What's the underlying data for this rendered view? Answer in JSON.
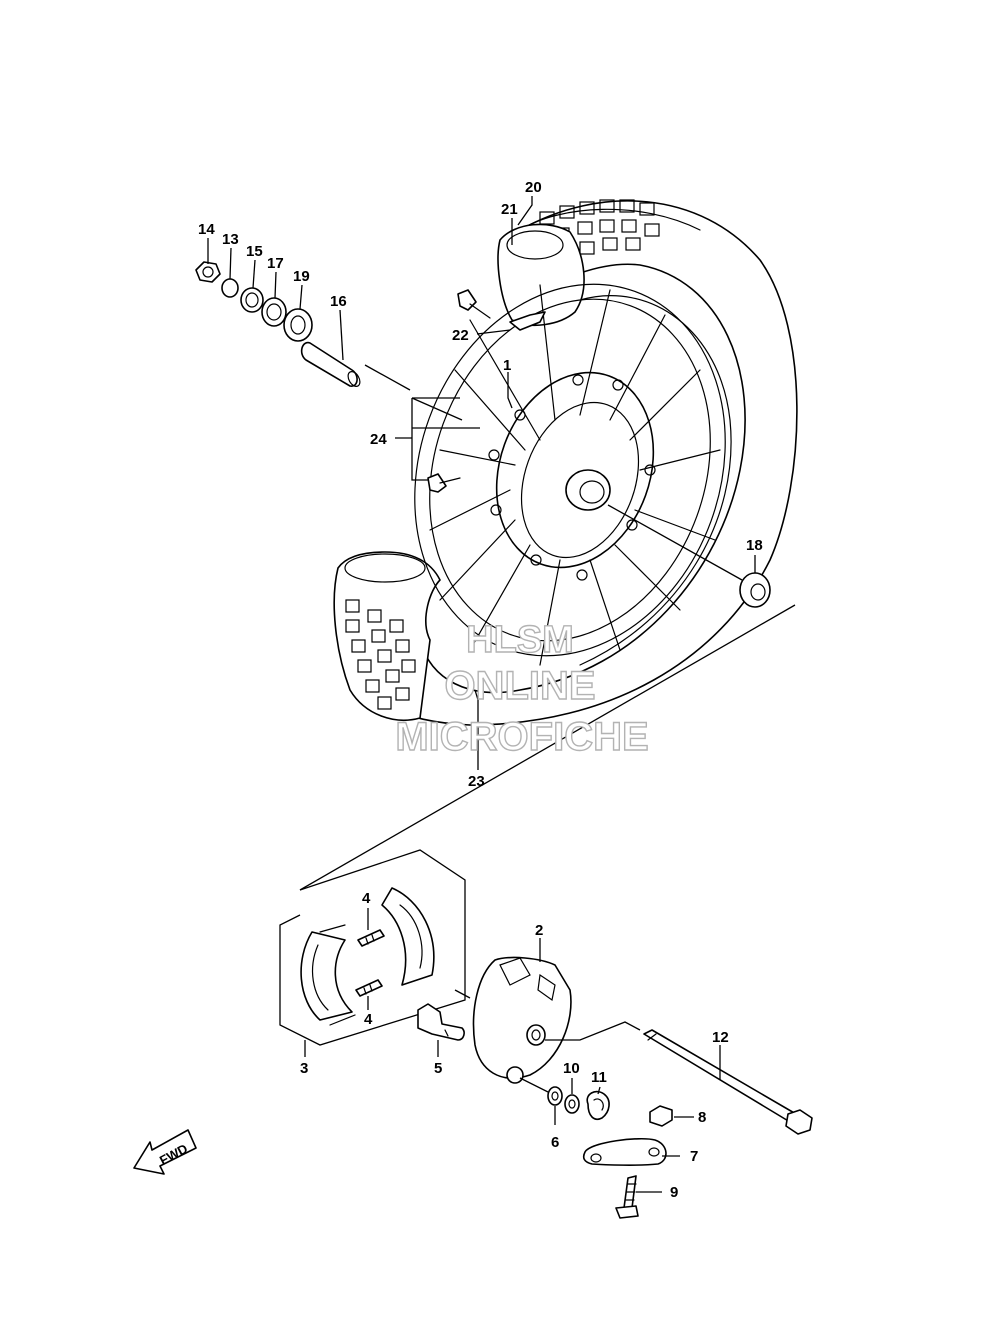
{
  "diagram": {
    "callouts": {
      "c1": "1",
      "c2": "2",
      "c3": "3",
      "c4a": "4",
      "c4b": "4",
      "c5": "5",
      "c6": "6",
      "c7": "7",
      "c8": "8",
      "c9": "9",
      "c10": "10",
      "c11": "11",
      "c12": "12",
      "c13": "13",
      "c14": "14",
      "c15": "15",
      "c16": "16",
      "c17": "17",
      "c18": "18",
      "c19": "19",
      "c20": "20",
      "c21": "21",
      "c22": "22",
      "c23": "23",
      "c24": "24"
    },
    "watermark": {
      "line1": "HLSM",
      "line2": "ONLINE",
      "line3": "MICROFICHE"
    },
    "direction_label": "FWD"
  }
}
